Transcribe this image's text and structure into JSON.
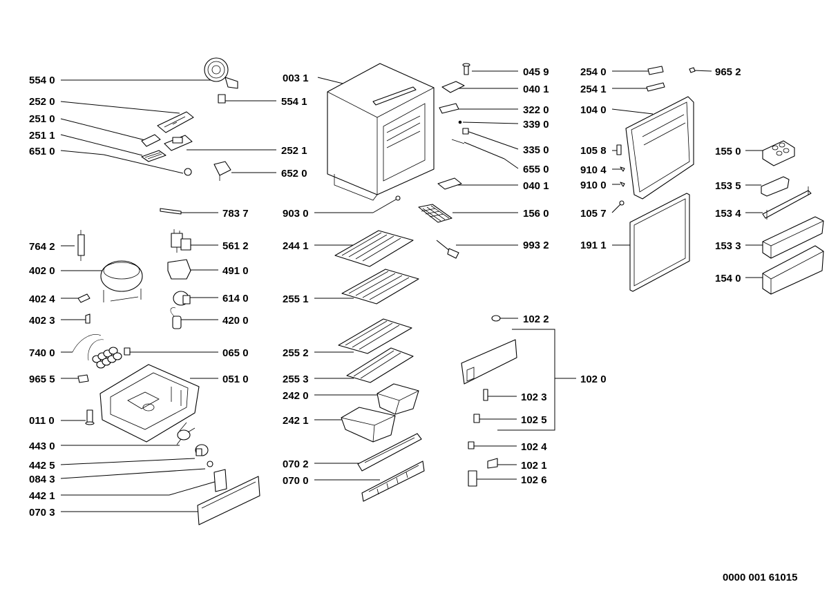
{
  "labels": {
    "p5540": "554 0",
    "p2520": "252 0",
    "p2510": "251 0",
    "p2511": "251 1",
    "p6510": "651 0",
    "p7642": "764 2",
    "p4020": "402 0",
    "p4024": "402 4",
    "p4023": "402 3",
    "p7400": "740 0",
    "p9655": "965 5",
    "p0110": "011 0",
    "p4430": "443 0",
    "p4425": "442 5",
    "p0843": "084 3",
    "p4421": "442 1",
    "p0703": "070 3",
    "p5541": "554 1",
    "p2521": "252 1",
    "p6520": "652 0",
    "p7837": "783 7",
    "p5612": "561 2",
    "p4910": "491 0",
    "p6140": "614 0",
    "p4200": "420 0",
    "p0650": "065 0",
    "p0510": "051 0",
    "p0031": "003 1",
    "p9030": "903 0",
    "p2441": "244 1",
    "p2551": "255 1",
    "p2552": "255 2",
    "p2553": "255 3",
    "p2420": "242 0",
    "p2421": "242 1",
    "p0702": "070 2",
    "p0700": "070 0",
    "p0459": "045 9",
    "p0401": "040 1",
    "p3220": "322 0",
    "p3390": "339 0",
    "p3350": "335 0",
    "p6550": "655 0",
    "p0401b": "040 1",
    "p1560": "156 0",
    "p9932": "993 2",
    "p1022": "102 2",
    "p1020": "102 0",
    "p1023": "102 3",
    "p1025": "102 5",
    "p1024": "102 4",
    "p1021": "102 1",
    "p1026": "102 6",
    "p2540": "254 0",
    "p2541": "254 1",
    "p1040": "104 0",
    "p1058": "105 8",
    "p9104": "910 4",
    "p9100": "910 0",
    "p1057": "105 7",
    "p1911": "191 1",
    "p9652": "965 2",
    "p1550": "155 0",
    "p1535": "153 5",
    "p1534": "153 4",
    "p1533": "153 3",
    "p1540": "154 0"
  },
  "diagram_code": "0000 001 61015"
}
